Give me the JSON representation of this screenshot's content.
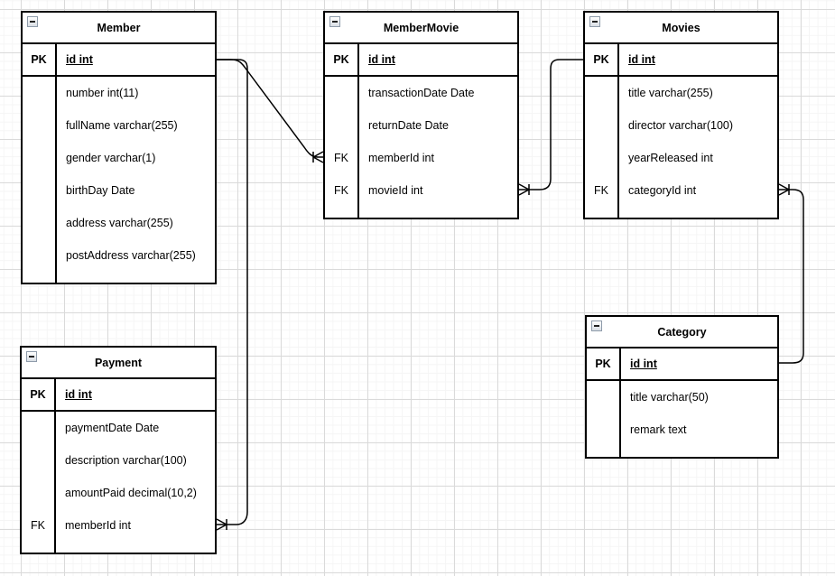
{
  "diagram": {
    "type": "entity-relationship",
    "entities": [
      {
        "title": "Member",
        "pk": {
          "key": "PK",
          "field": "id int"
        },
        "fields": [
          {
            "key": "",
            "field": "number int(11)"
          },
          {
            "key": "",
            "field": "fullName varchar(255)"
          },
          {
            "key": "",
            "field": "gender varchar(1)"
          },
          {
            "key": "",
            "field": "birthDay Date"
          },
          {
            "key": "",
            "field": "address varchar(255)"
          },
          {
            "key": "",
            "field": "postAddress varchar(255)"
          }
        ]
      },
      {
        "title": "MemberMovie",
        "pk": {
          "key": "PK",
          "field": "id int"
        },
        "fields": [
          {
            "key": "",
            "field": "transactionDate Date"
          },
          {
            "key": "",
            "field": "returnDate Date"
          },
          {
            "key": "FK",
            "field": "memberId int"
          },
          {
            "key": "FK",
            "field": "movieId int"
          }
        ]
      },
      {
        "title": "Movies",
        "pk": {
          "key": "PK",
          "field": "id int"
        },
        "fields": [
          {
            "key": "",
            "field": "title varchar(255)"
          },
          {
            "key": "",
            "field": "director varchar(100)"
          },
          {
            "key": "",
            "field": "yearReleased int"
          },
          {
            "key": "FK",
            "field": "categoryId int"
          }
        ]
      },
      {
        "title": "Category",
        "pk": {
          "key": "PK",
          "field": "id int"
        },
        "fields": [
          {
            "key": "",
            "field": "title varchar(50)"
          },
          {
            "key": "",
            "field": "remark text"
          }
        ]
      },
      {
        "title": "Payment",
        "pk": {
          "key": "PK",
          "field": "id int"
        },
        "fields": [
          {
            "key": "",
            "field": "paymentDate Date"
          },
          {
            "key": "",
            "field": "description varchar(100)"
          },
          {
            "key": "",
            "field": "amountPaid decimal(10,2)"
          },
          {
            "key": "FK",
            "field": "memberId int"
          }
        ]
      }
    ],
    "relationships": [
      {
        "from": "Member.id",
        "to": "MemberMovie.memberId",
        "notation": "crow-foot-many-at-target"
      },
      {
        "from": "Movies.id",
        "to": "MemberMovie.movieId",
        "notation": "crow-foot-many-at-target"
      },
      {
        "from": "Category.id",
        "to": "Movies.categoryId",
        "notation": "crow-foot-many-at-target"
      },
      {
        "from": "Member.id",
        "to": "Payment.memberId",
        "notation": "crow-foot-many-at-target"
      }
    ],
    "colors": {
      "line": "#000000",
      "table_border": "#000000",
      "table_fill": "#ffffff",
      "text": "#000000",
      "grid_major": "#dadada",
      "grid_minor": "#f5f5f5"
    }
  }
}
